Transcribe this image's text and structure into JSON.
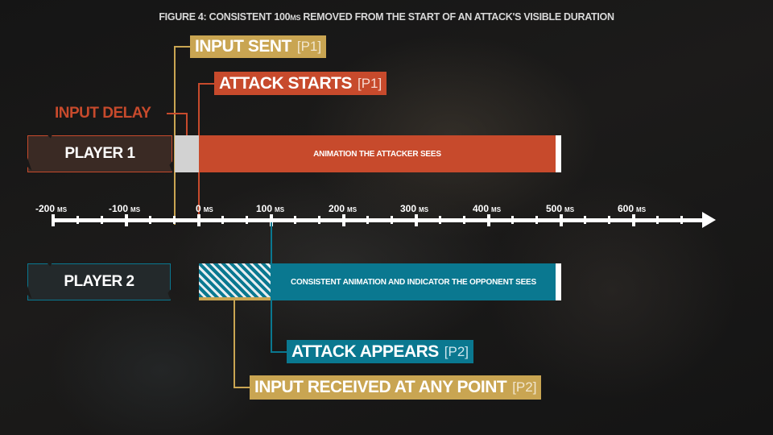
{
  "title": {
    "prefix": "FIGURE 4: CONSISTENT 100",
    "unit": "MS",
    "suffix": " REMOVED FROM THE START OF AN ATTACK'S VISIBLE DURATION"
  },
  "labels": {
    "input_sent": {
      "text": "INPUT SENT",
      "tag": "[P1]",
      "color": "#c9a552"
    },
    "attack_starts": {
      "text": "ATTACK STARTS",
      "tag": "[P1]",
      "color": "#c74a2c"
    },
    "input_delay": {
      "text": "INPUT DELAY",
      "color": "#c74a2c"
    },
    "attack_appears": {
      "text": "ATTACK APPEARS",
      "tag": "[P2]",
      "color": "#0a7890"
    },
    "input_received": {
      "text": "INPUT RECEIVED AT ANY POINT",
      "tag": "[P2]",
      "color": "#c9a552"
    }
  },
  "players": {
    "p1": {
      "label": "PLAYER 1",
      "border": "#c74a2c",
      "fill": "#3a2a24"
    },
    "p2": {
      "label": "PLAYER 2",
      "border": "#0a7890",
      "fill": "#23292b"
    }
  },
  "bars": {
    "p1_delay": {
      "color": "#d2d2d2"
    },
    "p1_animation": {
      "text": "ANIMATION THE ATTACKER SEES",
      "color": "#c74a2c"
    },
    "p2_window": {
      "pattern": "hatched",
      "colors": [
        "#0a7890",
        "#e8eef0"
      ],
      "underline": "#c9a552"
    },
    "p2_animation": {
      "text": "CONSISTENT ANIMATION AND INDICATOR THE OPPONENT SEES",
      "color": "#0a7890"
    }
  },
  "axis": {
    "unit": "MS",
    "ticks": [
      {
        "value": "-200",
        "unit": "MS"
      },
      {
        "value": "-100",
        "unit": "MS"
      },
      {
        "value": "0",
        "unit": "MS"
      },
      {
        "value": "100",
        "unit": "MS"
      },
      {
        "value": "200",
        "unit": "MS"
      },
      {
        "value": "300",
        "unit": "MS"
      },
      {
        "value": "400",
        "unit": "MS"
      },
      {
        "value": "500",
        "unit": "MS"
      },
      {
        "value": "600",
        "unit": "MS"
      }
    ]
  },
  "chart_data": {
    "type": "timeline",
    "title": "FIGURE 4: CONSISTENT 100MS REMOVED FROM THE START OF AN ATTACK'S VISIBLE DURATION",
    "xlabel": "ms",
    "xlim": [
      -200,
      680
    ],
    "x_ticks": [
      -200,
      -100,
      0,
      100,
      200,
      300,
      400,
      500,
      600
    ],
    "minor_tick_step": 33.3,
    "series": [
      {
        "name": "PLAYER 1",
        "segments": [
          {
            "label": "INPUT DELAY",
            "start": -33,
            "end": 0,
            "color": "#d2d2d2"
          },
          {
            "label": "ANIMATION THE ATTACKER SEES",
            "start": 0,
            "end": 500,
            "color": "#c74a2c"
          }
        ]
      },
      {
        "name": "PLAYER 2",
        "segments": [
          {
            "label": "INPUT RECEIVED AT ANY POINT (window)",
            "start": 0,
            "end": 100,
            "pattern": "hatched"
          },
          {
            "label": "CONSISTENT ANIMATION AND INDICATOR THE OPPONENT SEES",
            "start": 100,
            "end": 500,
            "color": "#0a7890"
          }
        ]
      }
    ],
    "annotations": [
      {
        "text": "INPUT SENT [P1]",
        "x": -33
      },
      {
        "text": "ATTACK STARTS [P1]",
        "x": 0
      },
      {
        "text": "INPUT DELAY",
        "x_range": [
          -33,
          0
        ]
      },
      {
        "text": "ATTACK APPEARS [P2]",
        "x": 100
      },
      {
        "text": "INPUT RECEIVED AT ANY POINT [P2]",
        "x_range": [
          0,
          100
        ]
      }
    ]
  }
}
